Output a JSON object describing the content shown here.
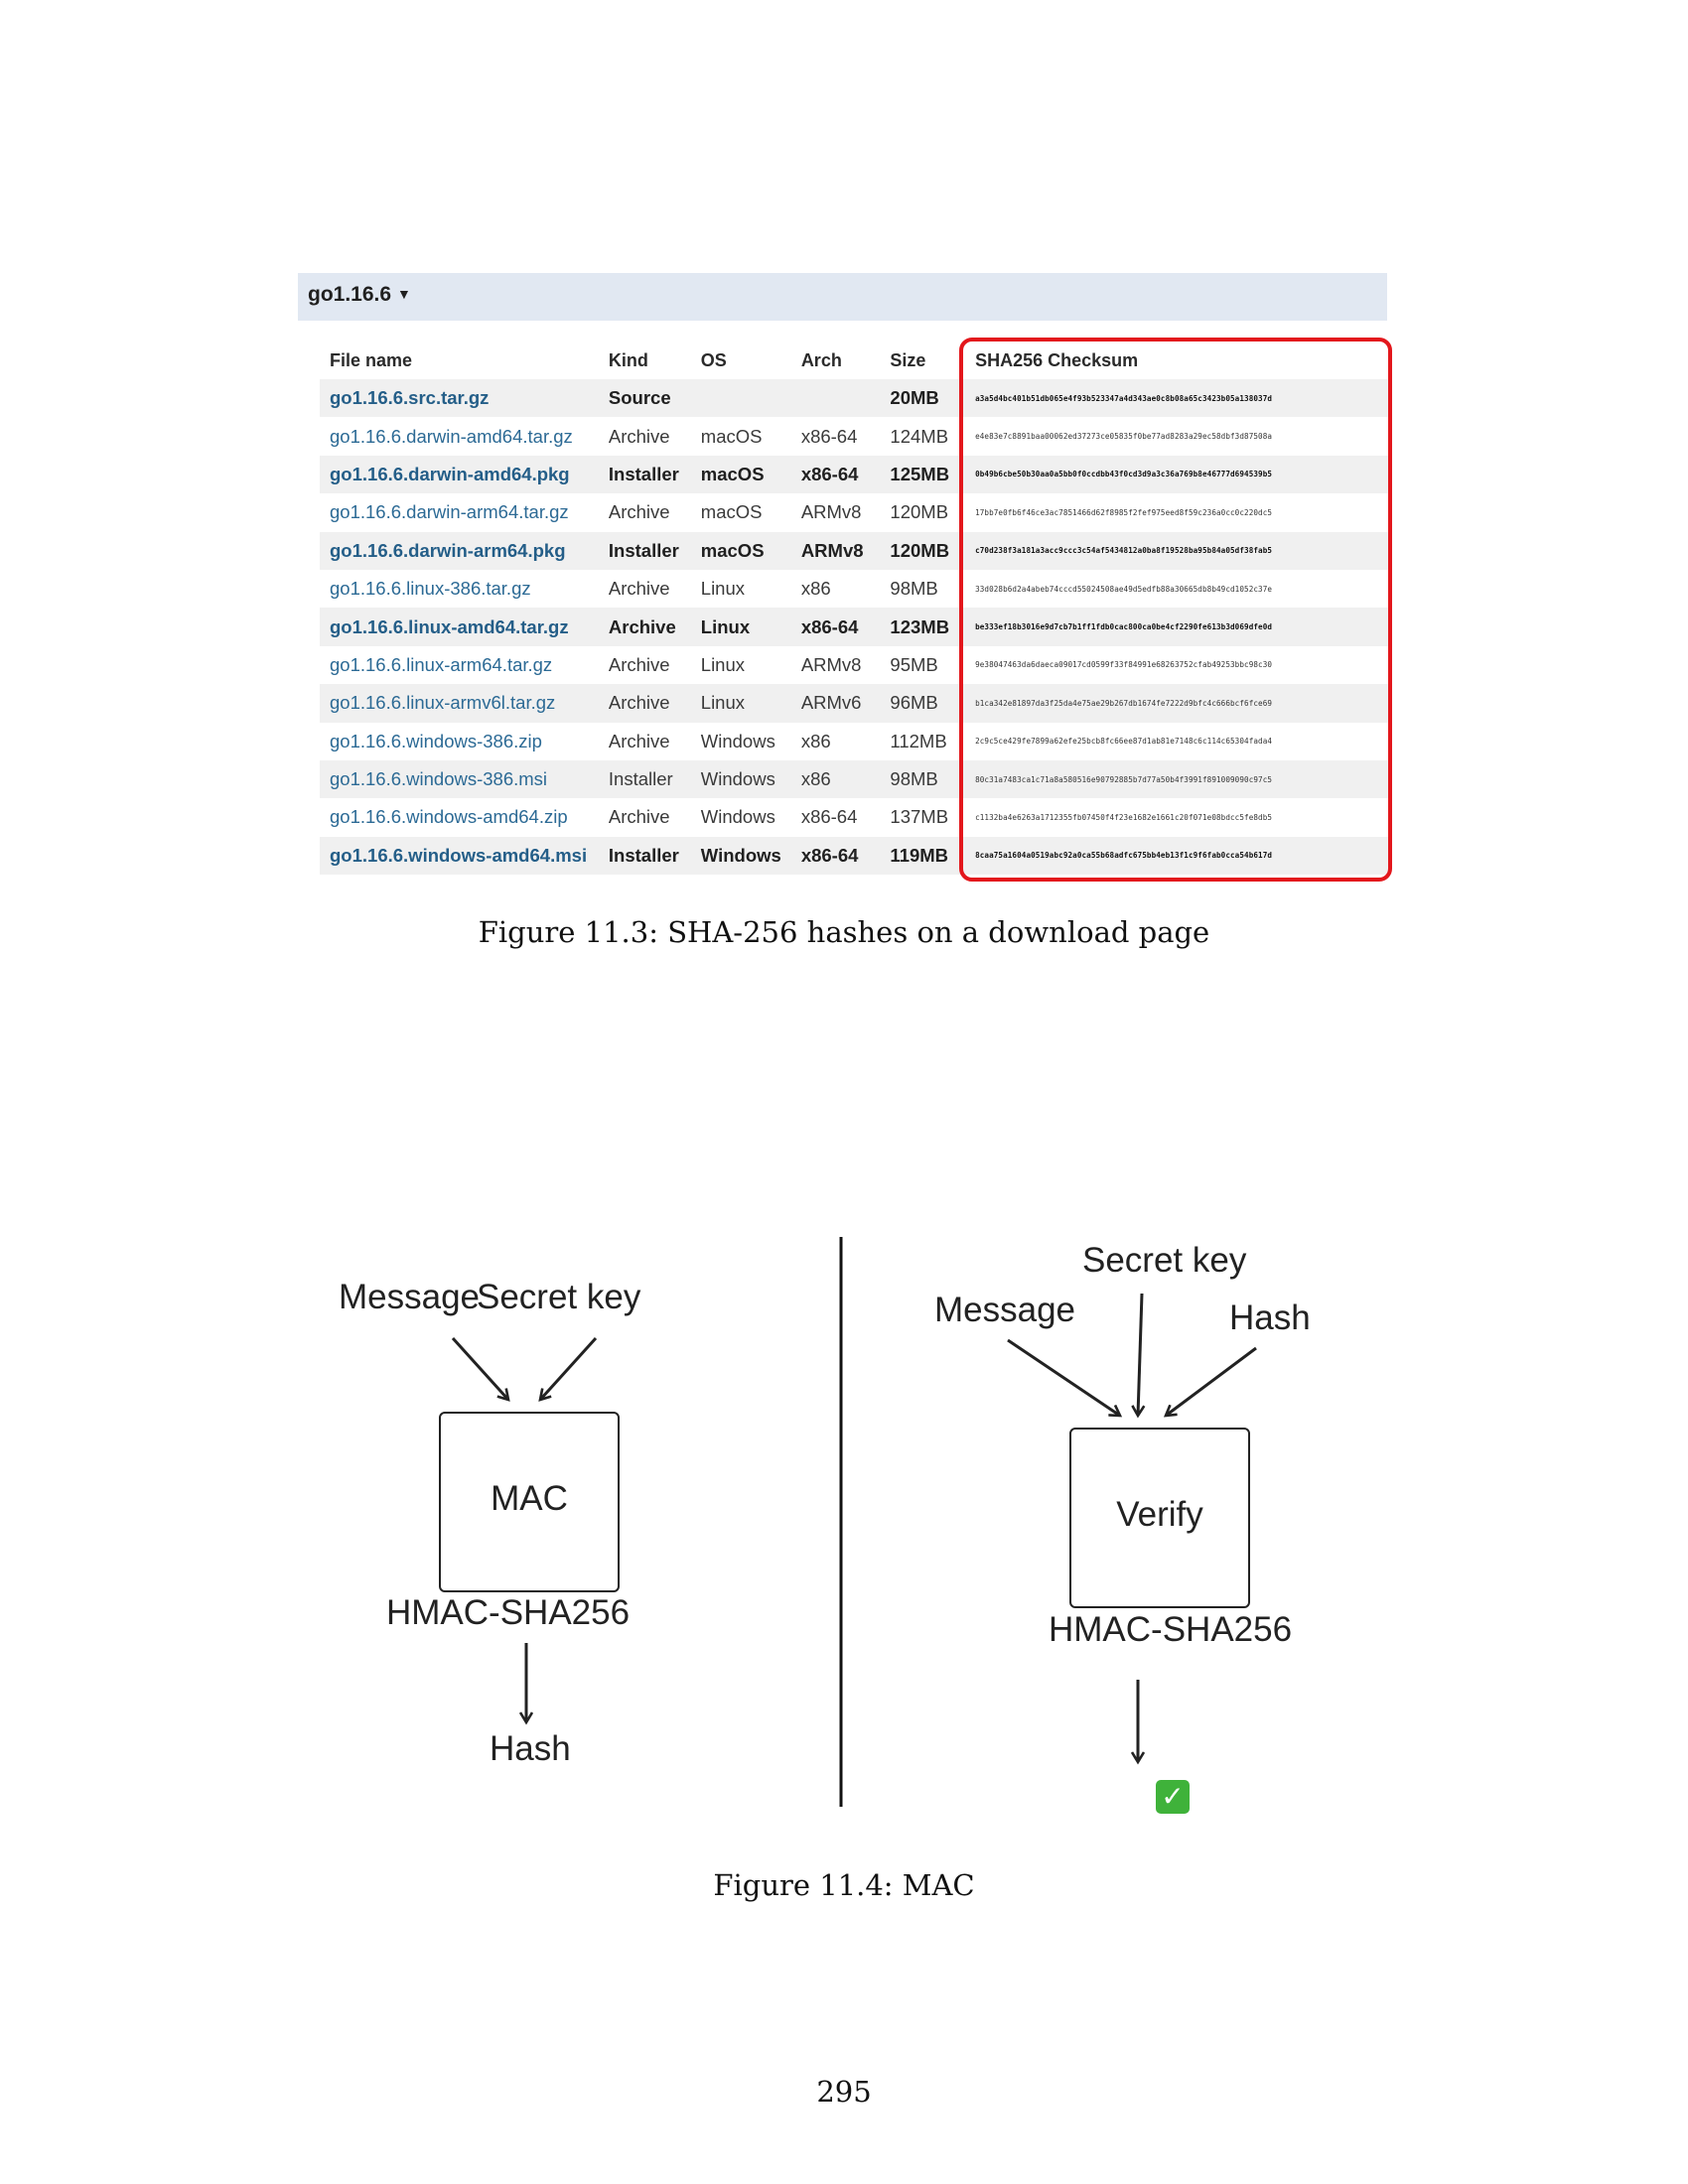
{
  "figure1": {
    "version": "go1.16.6",
    "columns": [
      "File name",
      "Kind",
      "OS",
      "Arch",
      "Size",
      "SHA256 Checksum"
    ],
    "rows": [
      {
        "file": "go1.16.6.src.tar.gz",
        "kind": "Source",
        "os": "",
        "arch": "",
        "size": "20MB",
        "sha256": "a3a5d4bc401b51db065e4f93b523347a4d343ae0c8b08a65c3423b05a138037d",
        "featured": true
      },
      {
        "file": "go1.16.6.darwin-amd64.tar.gz",
        "kind": "Archive",
        "os": "macOS",
        "arch": "x86-64",
        "size": "124MB",
        "sha256": "e4e83e7c8891baa00062ed37273ce05835f0be77ad8283a29ec58dbf3d87508a",
        "featured": false
      },
      {
        "file": "go1.16.6.darwin-amd64.pkg",
        "kind": "Installer",
        "os": "macOS",
        "arch": "x86-64",
        "size": "125MB",
        "sha256": "0b49b6cbe50b30aa0a5bb0f0ccdbb43f0cd3d9a3c36a769b8e46777d694539b5",
        "featured": true
      },
      {
        "file": "go1.16.6.darwin-arm64.tar.gz",
        "kind": "Archive",
        "os": "macOS",
        "arch": "ARMv8",
        "size": "120MB",
        "sha256": "17bb7e0fb6f46ce3ac7851466d62f8985f2fef975eed8f59c236a0cc0c220dc5",
        "featured": false
      },
      {
        "file": "go1.16.6.darwin-arm64.pkg",
        "kind": "Installer",
        "os": "macOS",
        "arch": "ARMv8",
        "size": "120MB",
        "sha256": "c70d238f3a181a3acc9ccc3c54af5434812a0ba8f19528ba95b84a05df38fab5",
        "featured": true
      },
      {
        "file": "go1.16.6.linux-386.tar.gz",
        "kind": "Archive",
        "os": "Linux",
        "arch": "x86",
        "size": "98MB",
        "sha256": "33d028b6d2a4abeb74cccd55024508ae49d5edfb88a30665db8b49cd1052c37e",
        "featured": false
      },
      {
        "file": "go1.16.6.linux-amd64.tar.gz",
        "kind": "Archive",
        "os": "Linux",
        "arch": "x86-64",
        "size": "123MB",
        "sha256": "be333ef18b3016e9d7cb7b1ff1fdb0cac800ca0be4cf2290fe613b3d069dfe0d",
        "featured": true
      },
      {
        "file": "go1.16.6.linux-arm64.tar.gz",
        "kind": "Archive",
        "os": "Linux",
        "arch": "ARMv8",
        "size": "95MB",
        "sha256": "9e38047463da6daeca09017cd0599f33f84991e68263752cfab49253bbc98c30",
        "featured": false
      },
      {
        "file": "go1.16.6.linux-armv6l.tar.gz",
        "kind": "Archive",
        "os": "Linux",
        "arch": "ARMv6",
        "size": "96MB",
        "sha256": "b1ca342e81897da3f25da4e75ae29b267db1674fe7222d9bfc4c666bcf6fce69",
        "featured": false
      },
      {
        "file": "go1.16.6.windows-386.zip",
        "kind": "Archive",
        "os": "Windows",
        "arch": "x86",
        "size": "112MB",
        "sha256": "2c9c5ce429fe7899a62efe25bcb8fc66ee87d1ab81e7148c6c114c65304fada4",
        "featured": false
      },
      {
        "file": "go1.16.6.windows-386.msi",
        "kind": "Installer",
        "os": "Windows",
        "arch": "x86",
        "size": "98MB",
        "sha256": "80c31a7483ca1c71a8a580516e90792885b7d77a50b4f3991f891009090c97c5",
        "featured": false
      },
      {
        "file": "go1.16.6.windows-amd64.zip",
        "kind": "Archive",
        "os": "Windows",
        "arch": "x86-64",
        "size": "137MB",
        "sha256": "c1132ba4e6263a1712355fb07450f4f23e1682e1661c20f071e08bdcc5fe8db5",
        "featured": false
      },
      {
        "file": "go1.16.6.windows-amd64.msi",
        "kind": "Installer",
        "os": "Windows",
        "arch": "x86-64",
        "size": "119MB",
        "sha256": "8caa75a1604a0519abc92a0ca55b68adfc675bb4eb13f1c9f6fab0cca54b617d",
        "featured": true
      }
    ],
    "caption": "Figure 11.3: SHA-256 hashes on a download page"
  },
  "figure2": {
    "left": {
      "input_message": "Message",
      "input_key": "Secret key",
      "box_label": "MAC",
      "algorithm": "HMAC-SHA256",
      "output": "Hash"
    },
    "right": {
      "input_key": "Secret key",
      "input_message": "Message",
      "input_hash": "Hash",
      "box_label": "Verify",
      "algorithm": "HMAC-SHA256",
      "result_icon": "check-mark-icon"
    },
    "caption": "Figure 11.4: MAC"
  },
  "page_number": "295",
  "colors": {
    "highlight_border": "#e3171c",
    "link": "#2c6a95",
    "version_bar": "#e1e8f2",
    "check_green": "#3fb23a"
  }
}
